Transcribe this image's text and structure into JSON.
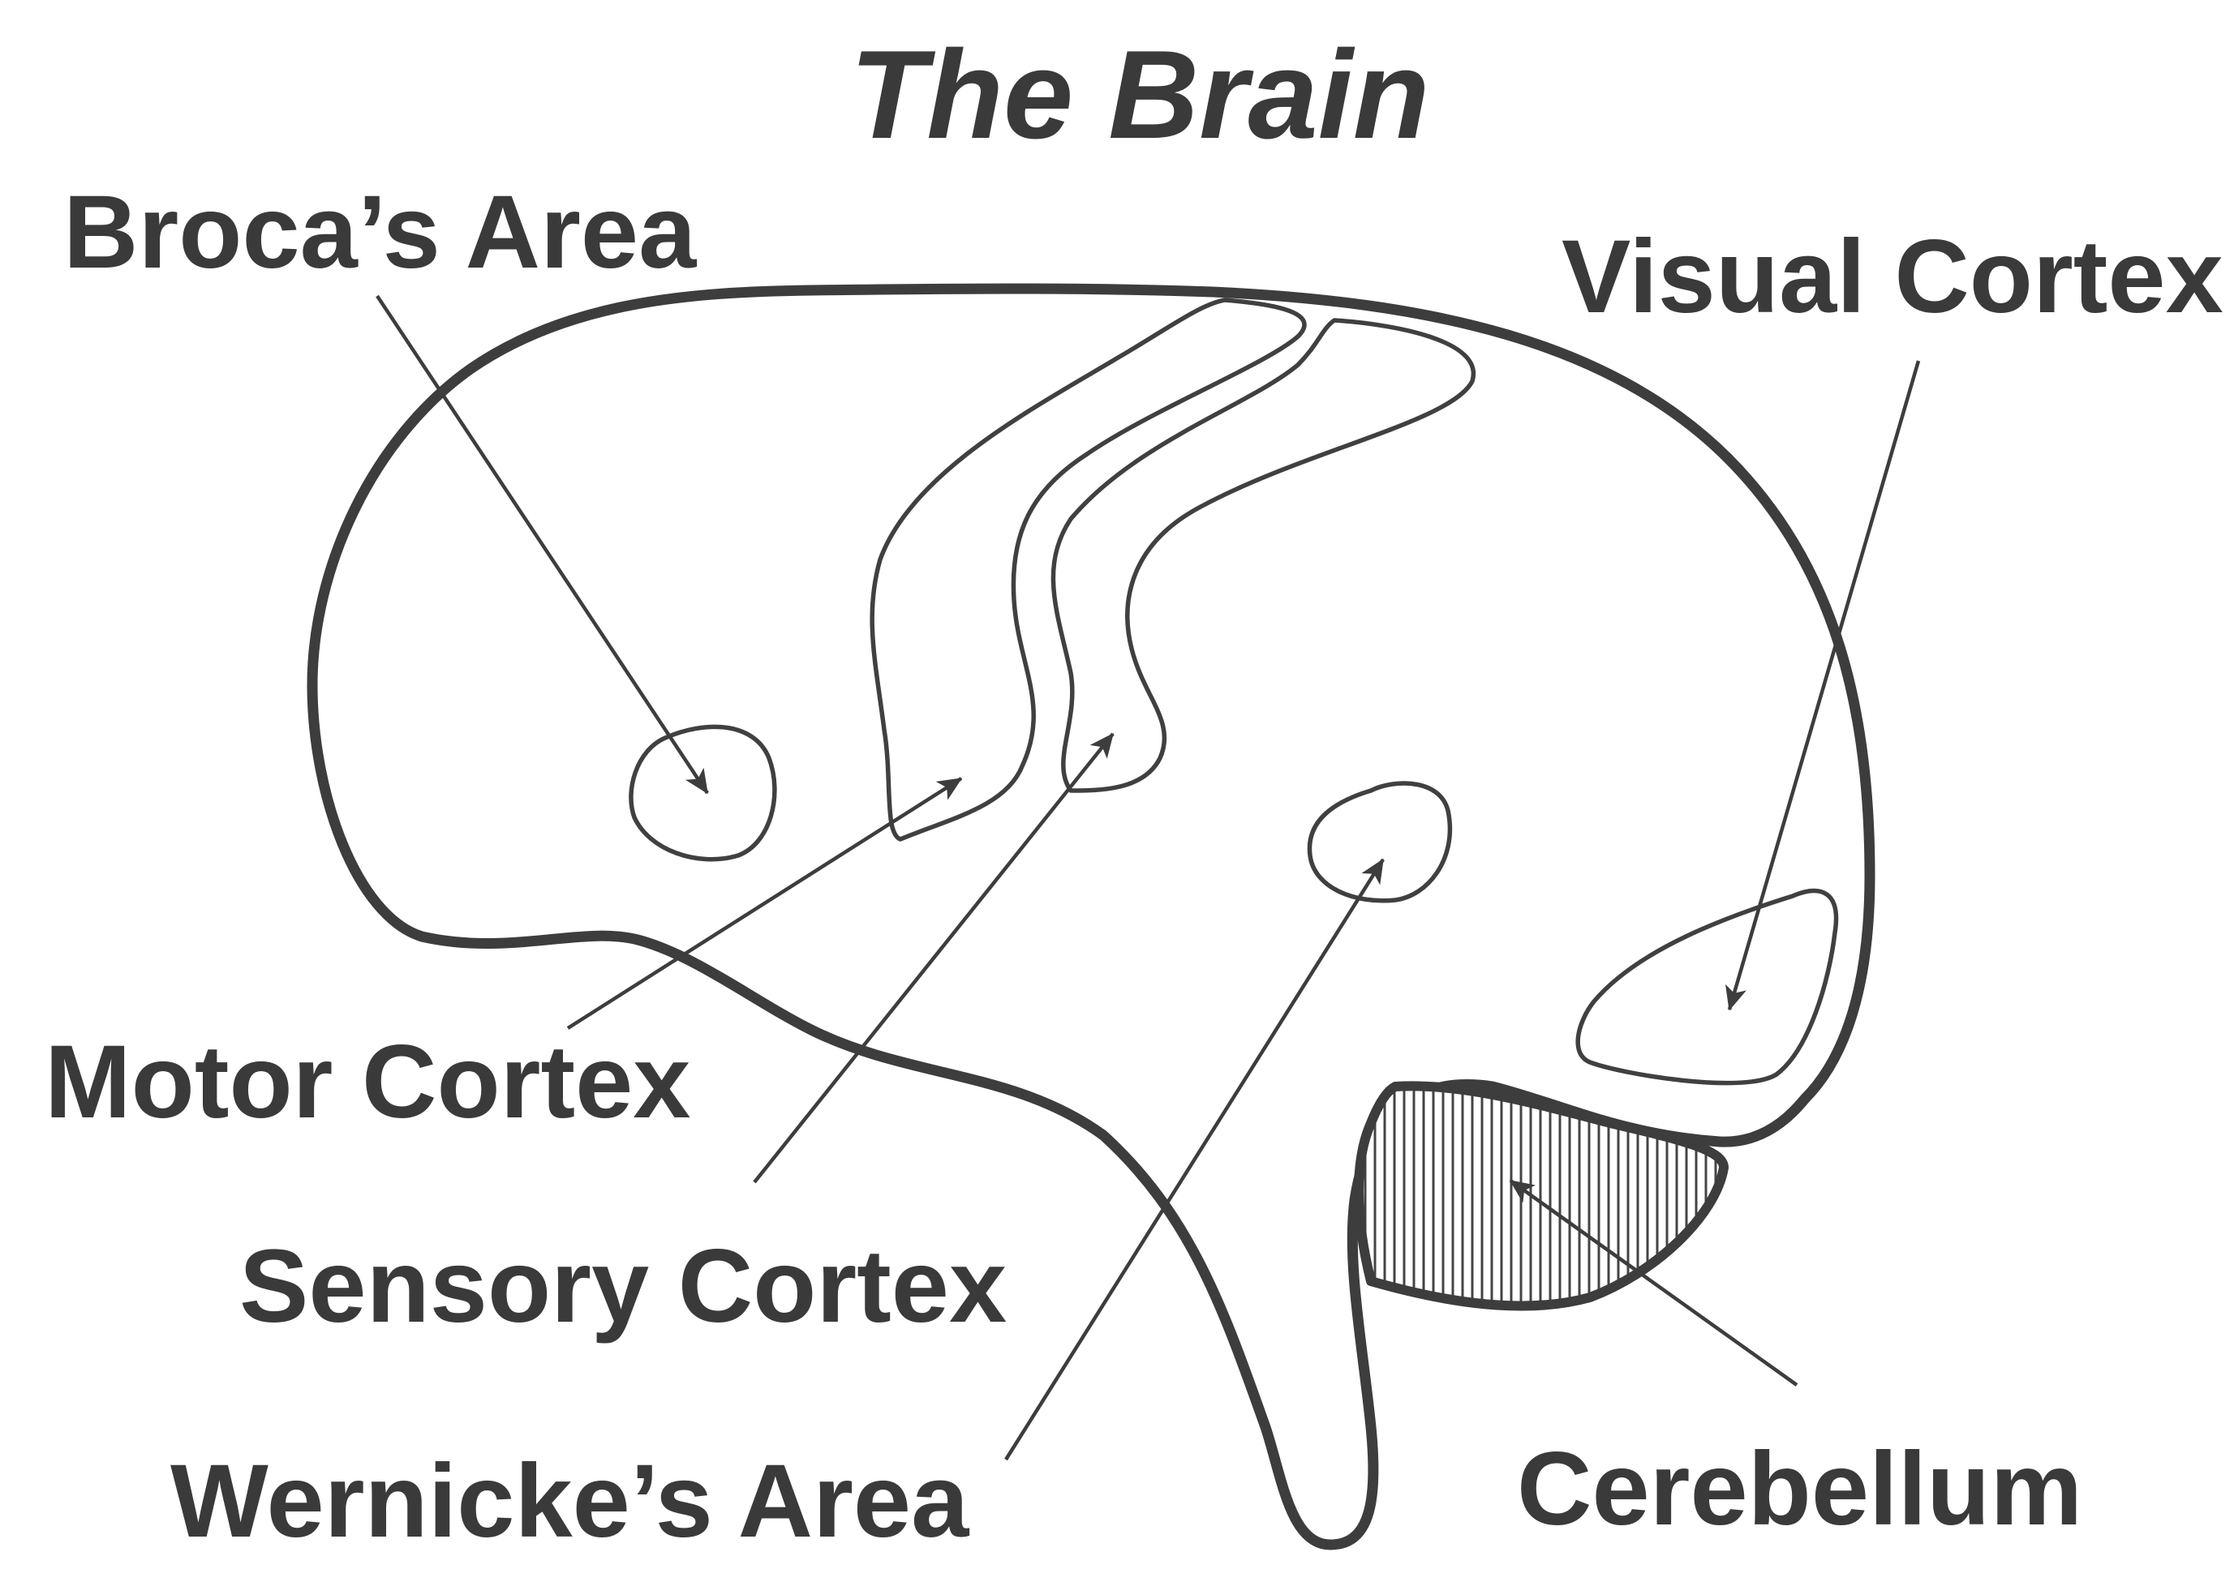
{
  "title": "The Brain",
  "labels": {
    "broca": "Broca’s Area",
    "visual": "Visual Cortex",
    "motor": "Motor Cortex",
    "sensory": "Sensory Cortex",
    "wernicke": "Wernicke’s Area",
    "cerebellum": "Cerebellum"
  }
}
